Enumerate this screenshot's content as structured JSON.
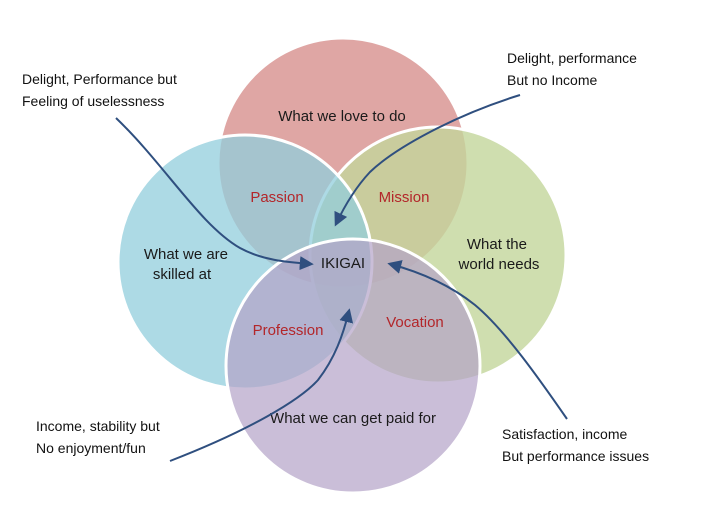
{
  "colors": {
    "love": "#d99694",
    "needs": "#c3d69b",
    "skilled": "#92cddc",
    "paid": "#b3a2c7",
    "arrow": "#2f4f7f",
    "intersection_text": "#b3262a",
    "text": "#1a1a1a"
  },
  "circles": {
    "love": "What we love to do",
    "needs": [
      "What the",
      "world needs"
    ],
    "skilled": [
      "What we are",
      "skilled at"
    ],
    "paid": "What we can get paid for"
  },
  "intersections": {
    "passion": "Passion",
    "mission": "Mission",
    "profession": "Profession",
    "vocation": "Vocation",
    "center": "IKIGAI"
  },
  "annotations": {
    "top_left": [
      "Delight,  Performance but",
      "Feeling of uselessness"
    ],
    "top_right": [
      "Delight,  performance",
      "But no Income"
    ],
    "bottom_left": [
      "Income, stability but",
      "No enjoyment/fun"
    ],
    "bottom_right": [
      "Satisfaction, income",
      "But performance issues"
    ]
  }
}
